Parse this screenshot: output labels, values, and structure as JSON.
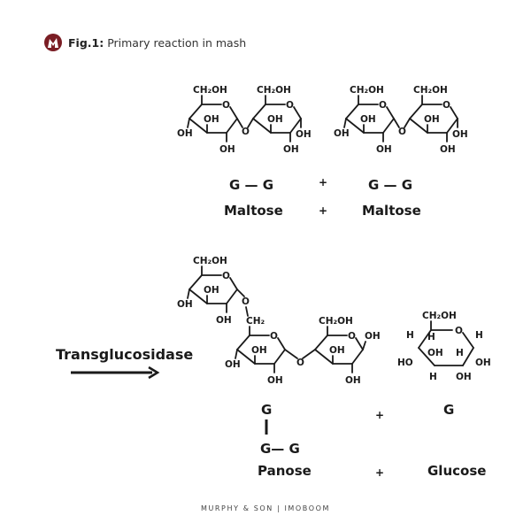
{
  "header": {
    "logo_letter": "M",
    "fig_label": "Fig.1:",
    "title": "Primary reaction in mash"
  },
  "labels": {
    "oh": "OH",
    "ho": "HO",
    "h": "H",
    "o": "O",
    "ch2oh": "CH₂OH",
    "ch2": "CH₂"
  },
  "reactants": {
    "formula_1": "G — G",
    "formula_2": "G — G",
    "name_1": "Maltose",
    "name_2": "Maltose",
    "plus": "+"
  },
  "enzyme": {
    "name": "Transglucosidase"
  },
  "products": {
    "panose_top": "G",
    "panose_bottom": "G— G",
    "glucose_formula": "G",
    "name_1": "Panose",
    "name_2": "Glucose",
    "plus": "+"
  },
  "footer": {
    "credit": "MURPHY & SON | IMOBOOM"
  }
}
